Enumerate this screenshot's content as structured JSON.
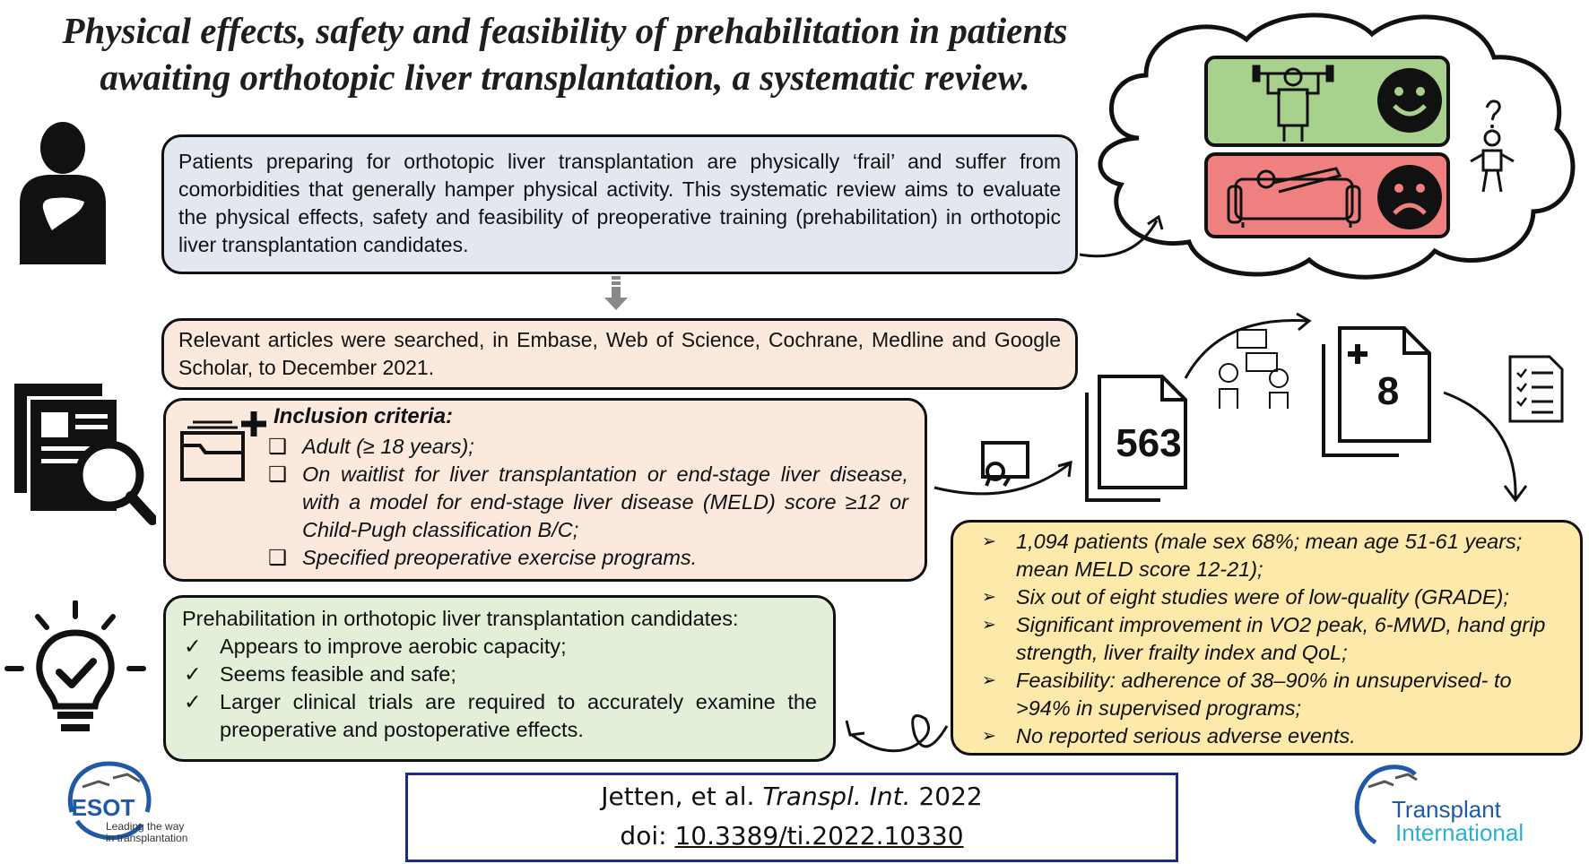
{
  "title": "Physical effects, safety and feasibility of prehabilitation in patients awaiting orthotopic liver transplantation, a systematic review.",
  "intro_text": "Patients preparing for orthotopic liver transplantation are physically ‘frail’ and suffer from comorbidities that generally hamper physical activity. This systematic review aims to evaluate the physical effects, safety and feasibility of preoperative training (prehabilitation) in orthotopic liver transplantation candidates.",
  "search_text": "Relevant articles were searched, in Embase, Web of Science, Cochrane, Medline and Google Scholar, to December 2021.",
  "inclusion": {
    "heading": "Inclusion criteria:",
    "items": [
      "Adult (≥ 18 years);",
      "On waitlist for liver transplantation or end-stage liver disease, with a model for end-stage liver disease (MELD) score ≥12 or Child-Pugh classification B/C;",
      "Specified preoperative exercise programs."
    ]
  },
  "conclusion": {
    "heading": "Prehabilitation in orthotopic liver transplantation candidates:",
    "items": [
      "Appears to improve aerobic capacity;",
      "Seems feasible and safe;",
      "Larger clinical trials are required to accurately examine the preoperative and postoperative effects."
    ]
  },
  "results": {
    "items": [
      "1,094 patients (male sex 68%; mean age 51-61 years; mean MELD score 12-21);",
      "Six out of eight studies were of low-quality (GRADE);",
      "Significant improvement in VO2 peak, 6-MWD, hand grip strength, liver frailty index and QoL;",
      "Feasibility: adherence of 38–90% in unsupervised- to >94% in supervised programs;",
      "No reported serious adverse events."
    ]
  },
  "counts": {
    "identified": "563",
    "included": "8"
  },
  "citation": {
    "authors": "Jetten, et al.",
    "journal": "Transpl. Int.",
    "year": "2022",
    "doi_label": "doi:",
    "doi": "10.3389/ti.2022.10330"
  },
  "logos": {
    "esot_name": "ESOT",
    "esot_tagline_1": "Leading the way",
    "esot_tagline_2": "in transplantation",
    "ti_line1": "Transplant",
    "ti_line2": "International"
  },
  "colors": {
    "intro_bg": "#e3e8f0",
    "search_bg": "#fbe9de",
    "conclusion_bg": "#e3efd9",
    "results_bg": "#fde9a9",
    "happy_panel": "#a9d18e",
    "sad_panel": "#f08080",
    "logo_blue": "#1f5aa6"
  }
}
